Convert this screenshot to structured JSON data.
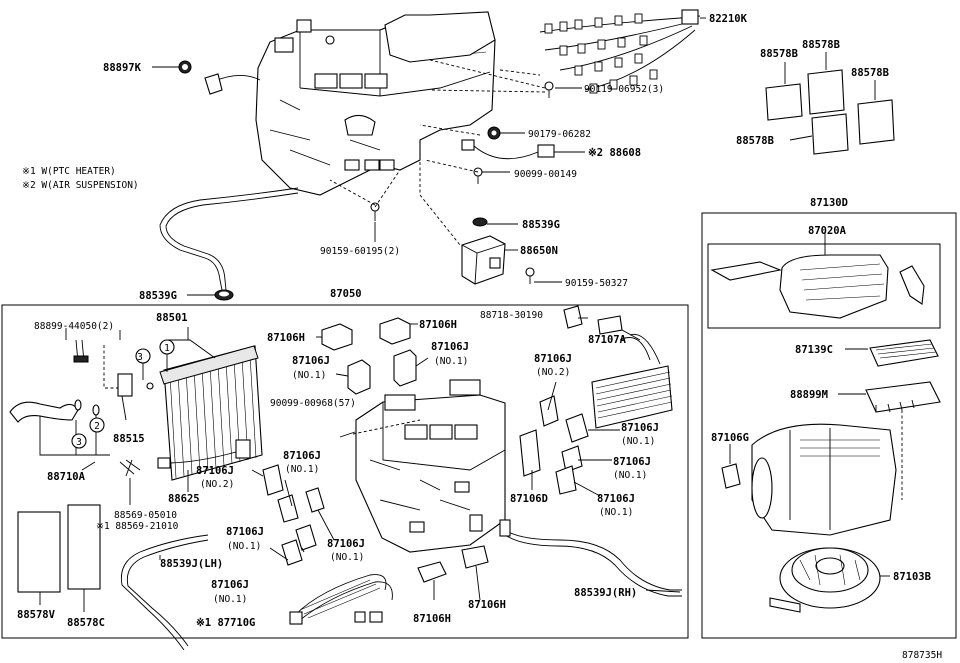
{
  "diagram_code": "878735H",
  "notes": {
    "n1": "※1 W(PTC HEATER)",
    "n2": "※2 W(AIR SUSPENSION)"
  },
  "group_labels": {
    "unit_assy": "87050",
    "blower_assy": "87130D"
  },
  "callouts": {
    "p82210K": "82210K",
    "p88897K": "88897K",
    "p90119": "90119-06952(3)",
    "p90179": "90179-06282",
    "p88608": "※2 88608",
    "p90099_149": "90099-00149",
    "p88539G_a": "88539G",
    "p88650N": "88650N",
    "p90159_327": "90159-50327",
    "p90159_195": "90159-60195(2)",
    "p88539G_b": "88539G",
    "p88578B_1": "88578B",
    "p88578B_2": "88578B",
    "p88578B_3": "88578B",
    "p88578B_4": "88578B",
    "p87020A": "87020A",
    "p87139C": "87139C",
    "p88899M": "88899M",
    "p87106G": "87106G",
    "p87103B": "87103B",
    "p88899_44050": "88899-44050(2)",
    "p88501": "88501",
    "p88515": "88515",
    "p88710A": "88710A",
    "p88569_05010": "88569-05010",
    "p88569_21010": "※1 88569-21010",
    "p88625": "88625",
    "p88578V": "88578V",
    "p88578C": "88578C",
    "p88539J_LH": "88539J(LH)",
    "p87710G": "※1 87710G",
    "p87106H_1": "87106H",
    "p87106H_2": "87106H",
    "p87106J_a": "87106J",
    "p87106J_a_sub": "(NO.1)",
    "p87106J_b": "87106J",
    "p87106J_b_sub": "(NO.1)",
    "p90099_968": "90099-00968(57)",
    "p87106J_c": "87106J",
    "p87106J_c_sub": "(NO.2)",
    "p87106J_d": "87106J",
    "p87106J_d_sub": "(NO.1)",
    "p87106J_e": "87106J",
    "p87106J_e_sub": "(NO.1)",
    "p87106J_f": "87106J",
    "p87106J_f_sub": "(NO.1)",
    "p87106J_g": "87106J",
    "p87106J_g_sub": "(NO.1)",
    "p87106H_3": "87106H",
    "p87106H_4": "87106H",
    "p88718": "88718-30190",
    "p87107A": "87107A",
    "p87106J_h": "87106J",
    "p87106J_h_sub": "(NO.2)",
    "p87106J_i": "87106J",
    "p87106J_i_sub": "(NO.1)",
    "p87106J_j": "87106J",
    "p87106J_j_sub": "(NO.1)",
    "p87106J_k": "87106J",
    "p87106J_k_sub": "(NO.1)",
    "p87106D": "87106D",
    "p88539J_RH": "88539J(RH)"
  },
  "circled_refs": {
    "c1": "1",
    "c2": "2",
    "c3a": "3",
    "c3b": "3"
  }
}
